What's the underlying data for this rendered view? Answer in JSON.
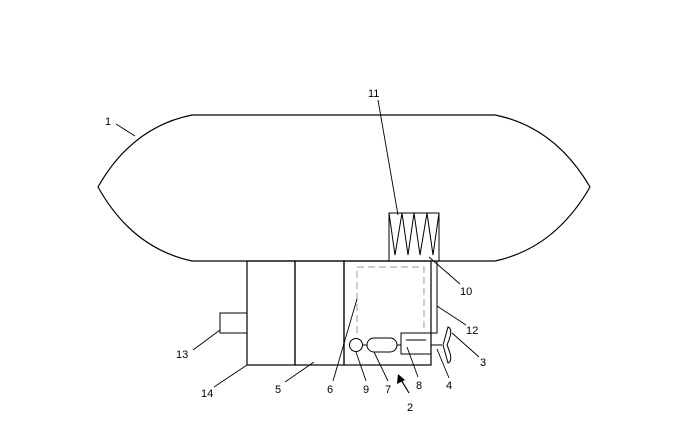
{
  "labels": {
    "envelope": "1",
    "direction": "2",
    "propeller": "3",
    "shaft": "4",
    "gondola": "5",
    "dashed_panel": "6",
    "tank": "7",
    "motor": "8",
    "sphere": "9",
    "base": "10",
    "coil": "11",
    "pipe": "12",
    "nozzle": "13",
    "gondola_bottom": "14"
  }
}
